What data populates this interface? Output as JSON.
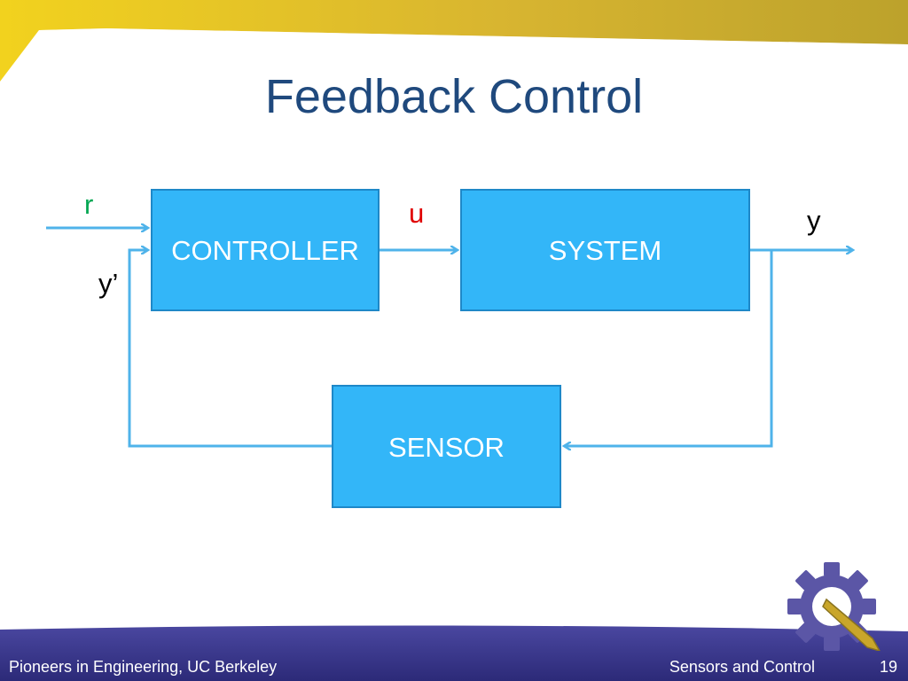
{
  "slide": {
    "title": "Feedback Control",
    "footer": {
      "left": "Pioneers in Engineering, UC Berkeley",
      "right": "Sensors and Control",
      "page_number": "19"
    }
  },
  "diagram": {
    "blocks": {
      "controller": "CONTROLLER",
      "system": "SYSTEM",
      "sensor": "SENSOR"
    },
    "signals": {
      "reference": "r",
      "control": "u",
      "output": "y",
      "measured": "y’"
    },
    "colors": {
      "block_fill": "#33b6f8",
      "block_border": "#1e88c8",
      "signal_line": "#4fb3ea",
      "reference_label": "#00a651",
      "control_label": "#e00000",
      "title": "#1f497d",
      "top_band": "#c9a62a",
      "footer_band": "#3a3787"
    }
  },
  "logo": {
    "icon": "gear-gauge-logo-icon"
  }
}
